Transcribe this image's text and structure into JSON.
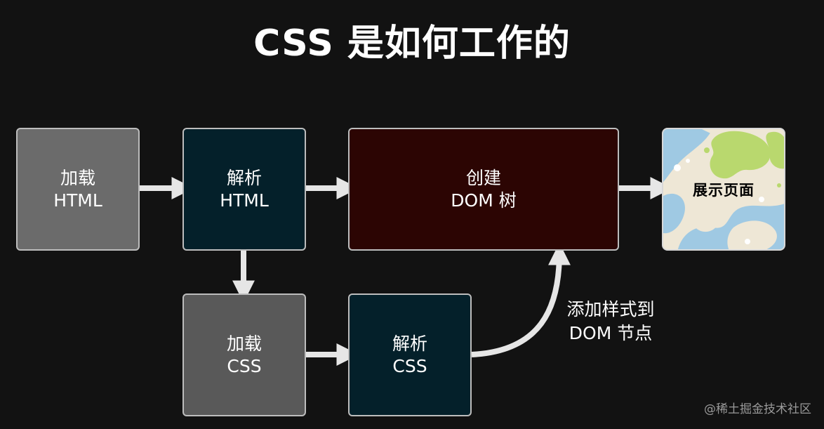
{
  "title": "CSS 是如何工作的",
  "boxes": {
    "load_html": {
      "line1": "加载",
      "line2": "HTML"
    },
    "parse_html": {
      "line1": "解析",
      "line2": "HTML"
    },
    "create_dom": {
      "line1": "创建",
      "line2": "DOM 树"
    },
    "load_css": {
      "line1": "加载",
      "line2": "CSS"
    },
    "parse_css": {
      "line1": "解析",
      "line2": "CSS"
    },
    "display": {
      "label": "展示页面"
    }
  },
  "edge_label": {
    "line1": "添加样式到",
    "line2": "DOM 节点"
  },
  "watermark": "@稀土掘金技术社区",
  "colors": {
    "background": "#121212",
    "load_box": "#6b6b6b",
    "parse_box": "#04202a",
    "dom_box": "#2c0503",
    "arrow": "#e6e6e6"
  }
}
